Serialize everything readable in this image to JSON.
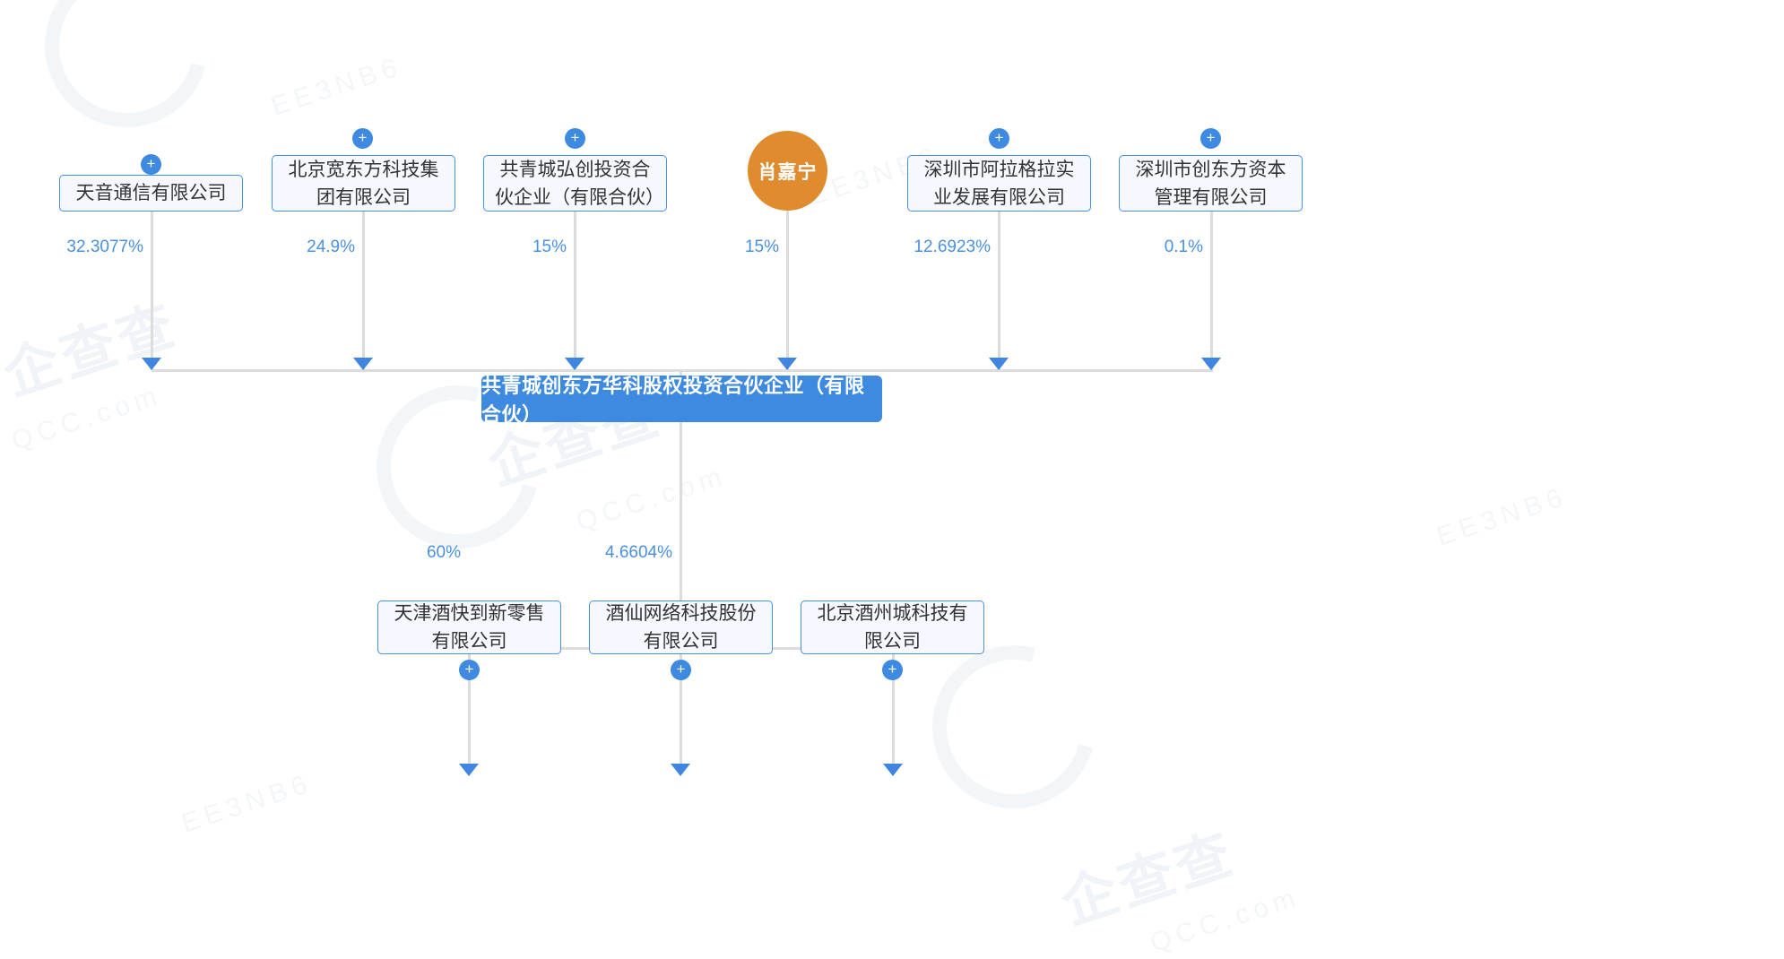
{
  "diagram": {
    "type": "corporate-ownership-chart",
    "colors": {
      "node_border": "#4a90e2",
      "node_fill": "#f5f9ff",
      "center_fill": "#3d8ae0",
      "person_fill": "#e08b2e",
      "line": "#dcdcdc",
      "arrow": "#4086e0",
      "percent_text": "#4a90e2",
      "node_text": "#333333"
    },
    "expand_icon": "plus-icon",
    "expand_label": "+"
  },
  "center": {
    "name": "共青城创东方华科股权投资合伙企业（有限合伙）"
  },
  "shareholders": [
    {
      "name": "天音通信有限公司",
      "percent": "32.3077%",
      "kind": "company",
      "expandable": true
    },
    {
      "name": "北京宽东方科技集团有限公司",
      "percent": "24.9%",
      "kind": "company",
      "expandable": true
    },
    {
      "name": "共青城弘创投资合伙企业（有限合伙）",
      "percent": "15%",
      "kind": "company",
      "expandable": true
    },
    {
      "name": "肖嘉宁",
      "percent": "15%",
      "kind": "person",
      "expandable": false
    },
    {
      "name": "深圳市阿拉格拉实业发展有限公司",
      "percent": "12.6923%",
      "kind": "company",
      "expandable": true
    },
    {
      "name": "深圳市创东方资本管理有限公司",
      "percent": "0.1%",
      "kind": "company",
      "expandable": true
    }
  ],
  "investments": [
    {
      "name": "天津酒快到新零售有限公司",
      "percent": "60%",
      "expandable": true
    },
    {
      "name": "酒仙网络科技股份有限公司",
      "percent": "4.6604%",
      "expandable": true
    },
    {
      "name": "北京酒州城科技有限公司",
      "percent": "",
      "expandable": true
    }
  ],
  "watermarks": {
    "brand": "企查查",
    "domain": "QCC.com",
    "code": "EE3NB6"
  }
}
